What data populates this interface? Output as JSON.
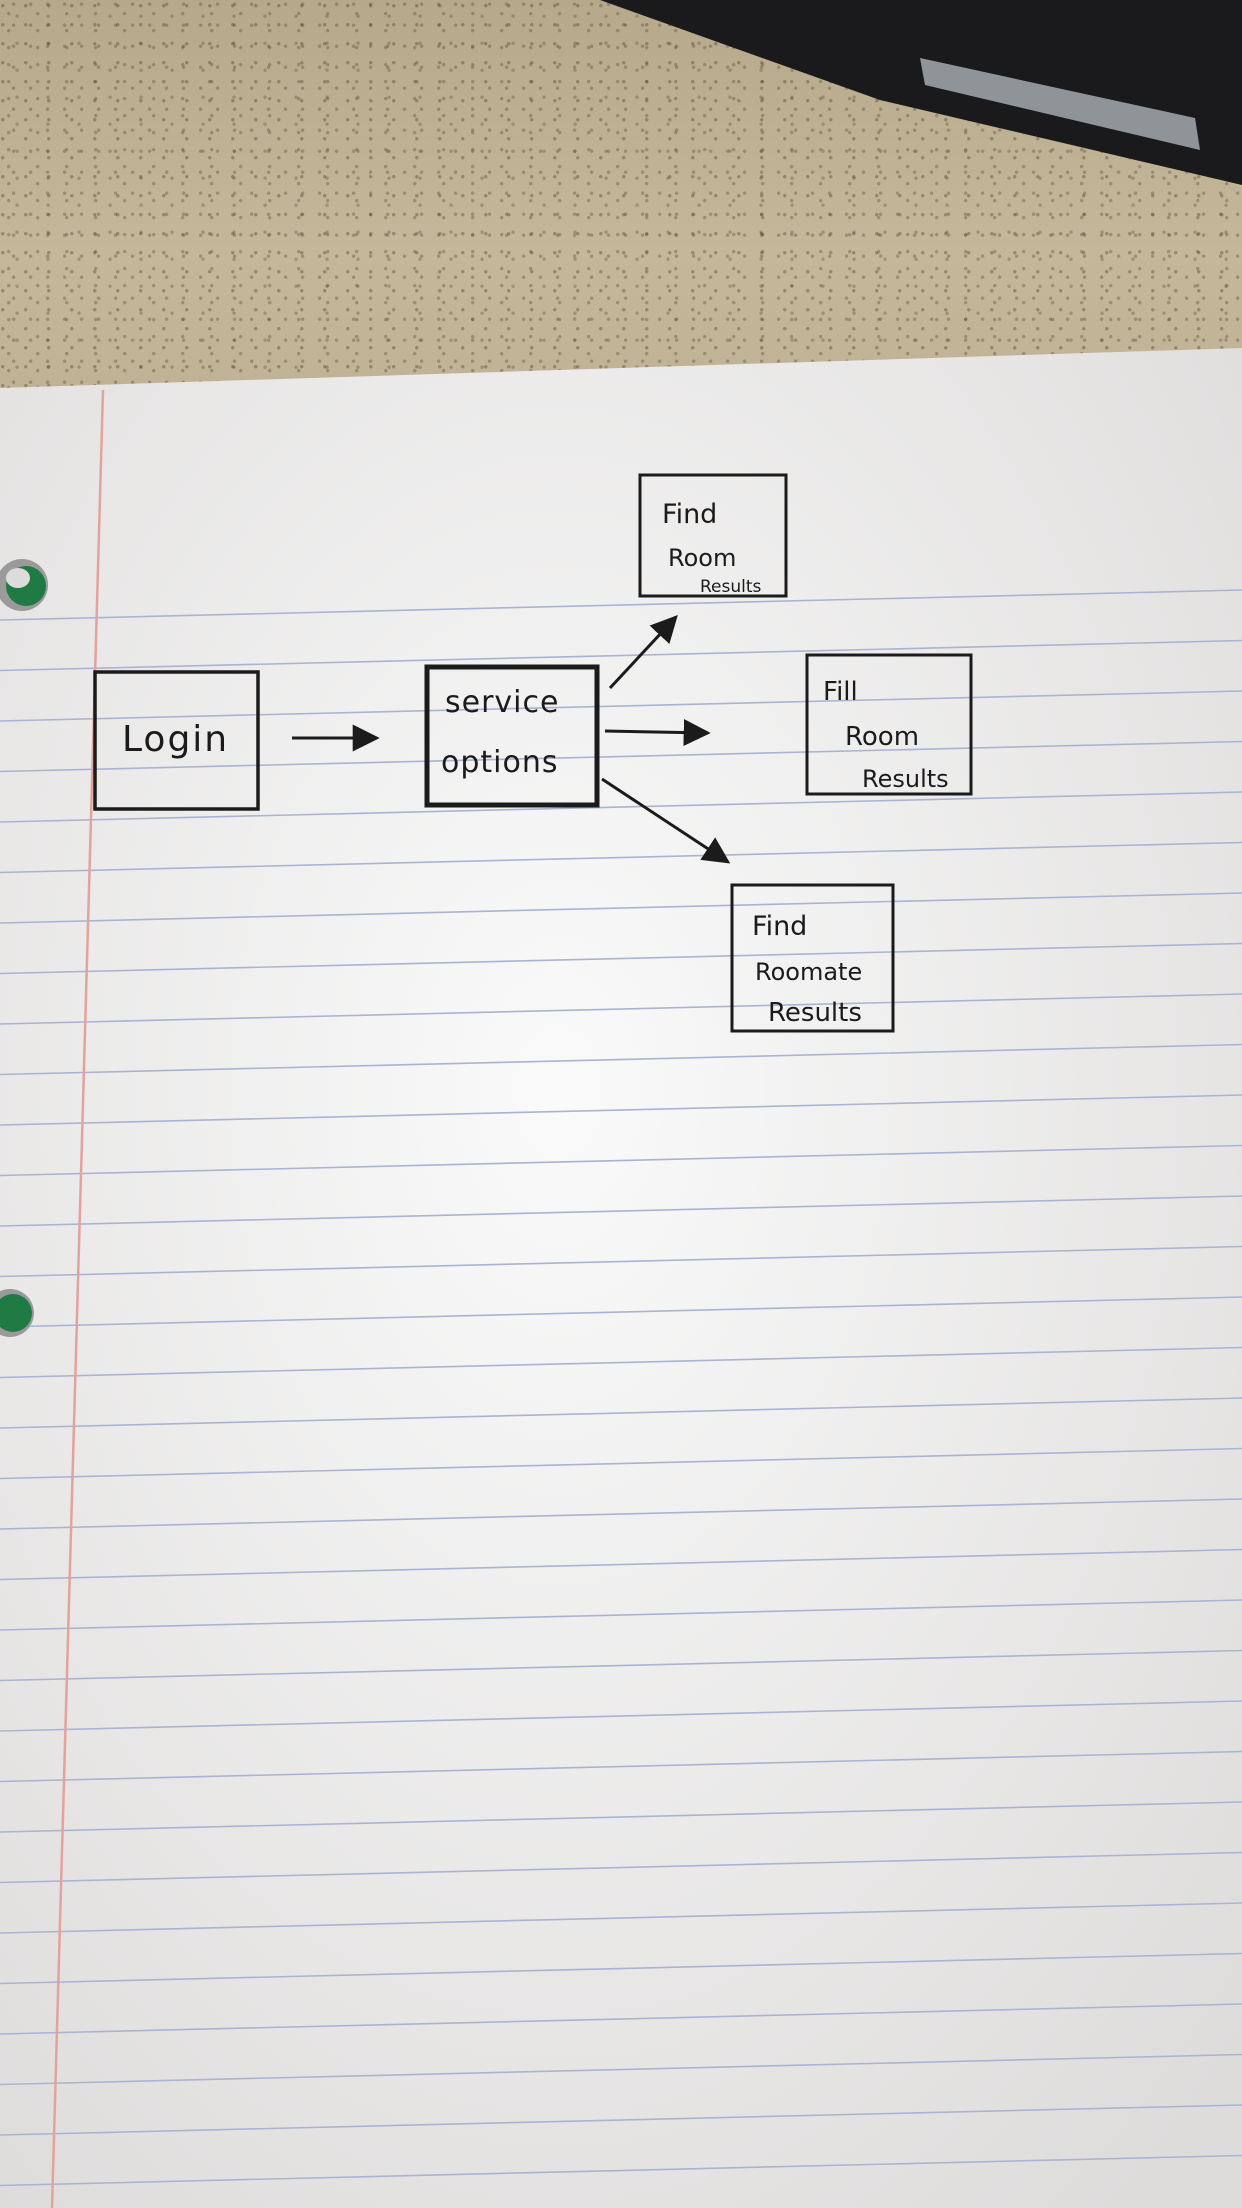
{
  "diagram": {
    "nodes": [
      {
        "id": "login",
        "lines": [
          "Login"
        ]
      },
      {
        "id": "service-options",
        "lines": [
          "service",
          "options"
        ]
      },
      {
        "id": "find-room-results",
        "lines": [
          "Find",
          "Room",
          "Results"
        ]
      },
      {
        "id": "fill-room-results",
        "lines": [
          "Fill",
          "Room",
          "Results"
        ]
      },
      {
        "id": "find-roommate-results",
        "lines": [
          "Find",
          "Roomate",
          "Results"
        ]
      }
    ],
    "edges": [
      {
        "from": "login",
        "to": "service-options"
      },
      {
        "from": "service-options",
        "to": "find-room-results"
      },
      {
        "from": "service-options",
        "to": "fill-room-results"
      },
      {
        "from": "service-options",
        "to": "find-roommate-results"
      }
    ]
  },
  "colors": {
    "ink": "#1b1b1b",
    "paper": "#f4f3f2",
    "rule_line": "#aab4d2",
    "margin_line": "#e3a39c",
    "desk": "#bdb092",
    "hole_green": "#1f7a43"
  }
}
